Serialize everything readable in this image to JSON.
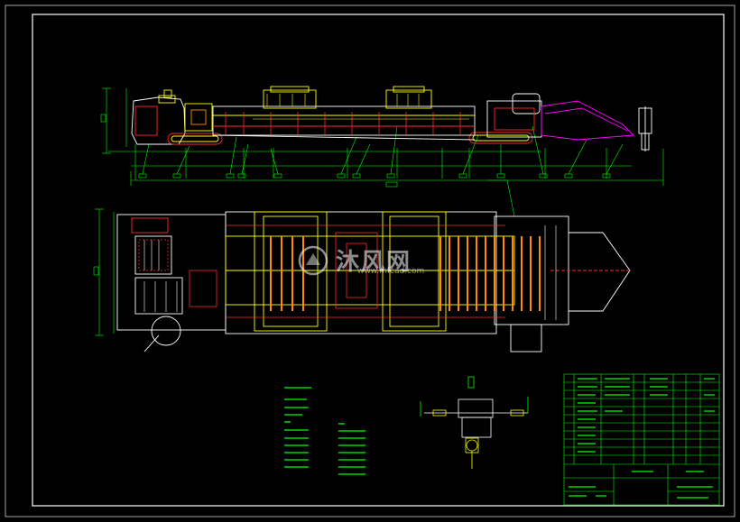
{
  "drawing": {
    "background": "#000000",
    "colors": {
      "frame": "#ffffff",
      "green": "#00ff00",
      "yellow": "#ffff00",
      "red": "#ff2a2a",
      "cyan": "#00ffff",
      "magenta": "#ff00ff",
      "orange": "#ff8c00",
      "white": "#ffffff"
    },
    "views": [
      "side-elevation",
      "plan-view",
      "end-section"
    ],
    "title_block": "title-block-table"
  },
  "watermark": {
    "brand": "沐风网",
    "url": "www.mfcad.com",
    "icon": "mufeng-logo-icon"
  }
}
